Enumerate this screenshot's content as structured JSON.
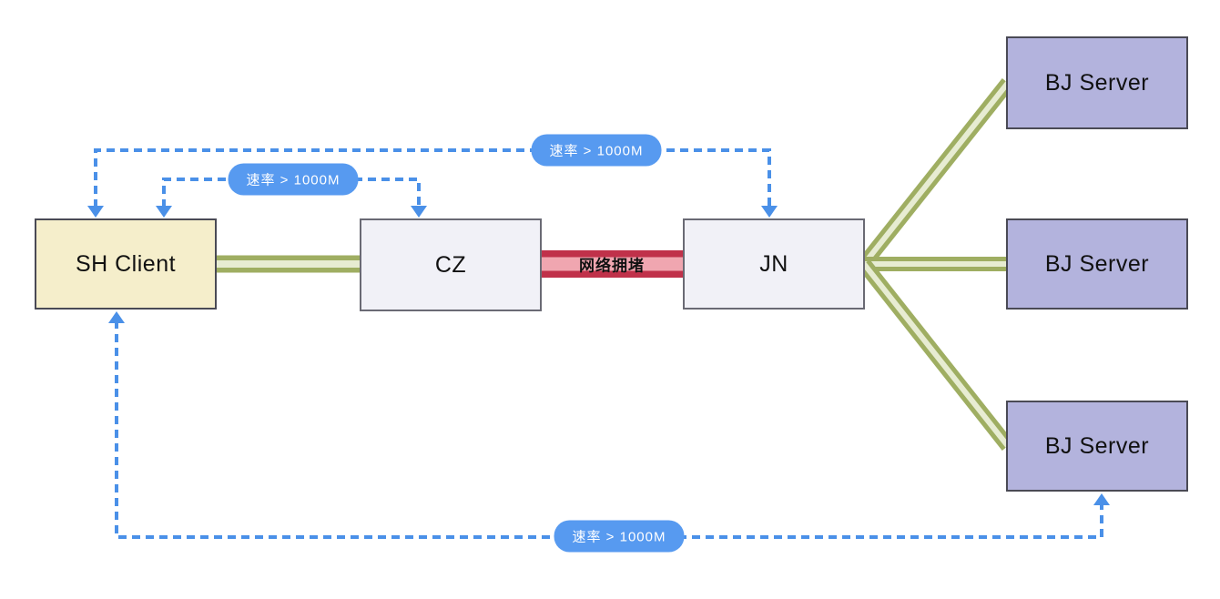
{
  "nodes": {
    "sh_client": "SH Client",
    "cz": "CZ",
    "jn": "JN",
    "bj_server_top": "BJ Server",
    "bj_server_middle": "BJ Server",
    "bj_server_bottom": "BJ Server"
  },
  "labels": {
    "congestion": "网络拥堵",
    "rate_short_top": "速率 > 1000M",
    "rate_long_top": "速率 > 1000M",
    "rate_bottom": "速率 > 1000M"
  },
  "colors": {
    "dashed_arrow_blue": "#4a90e8",
    "rate_pill_bg": "#579af0",
    "green_link_edge": "#9fae62",
    "green_link_center": "#e7ecd2",
    "red_link_edge": "#c0314a",
    "red_link_center": "#f0a6b0",
    "client_box_bg": "#f5eecb",
    "router_box_bg": "#f1f1f7",
    "server_box_bg": "#b3b3dd",
    "box_border": "#4a4a55"
  }
}
